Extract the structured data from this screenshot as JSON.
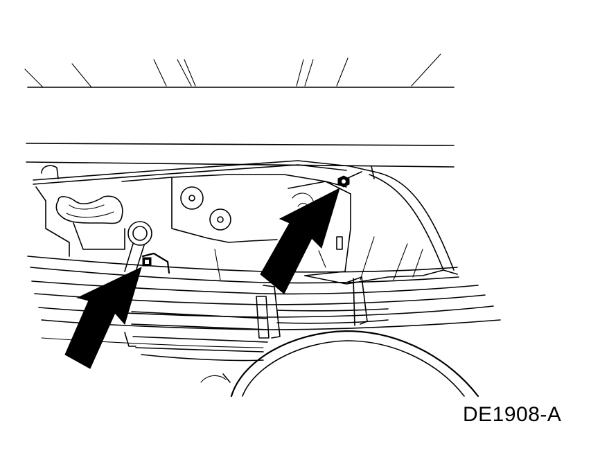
{
  "figure": {
    "id_label": "DE1908-A"
  },
  "callouts": [
    {
      "name": "arrow-left",
      "target": "brake-line-clip"
    },
    {
      "name": "arrow-right",
      "target": "bracket-nut"
    }
  ],
  "colors": {
    "line": "#000000",
    "background": "#ffffff"
  }
}
